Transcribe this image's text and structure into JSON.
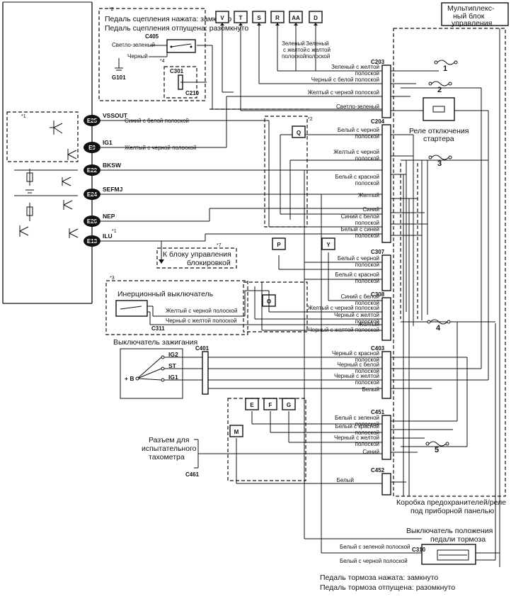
{
  "diagram": {
    "ecu_pins": [
      {
        "pin": "E25",
        "signal": "VSSOUT",
        "wire": "Синий с белой полоской"
      },
      {
        "pin": "E9",
        "signal": "IG1",
        "wire": "Желтый с черной полоской"
      },
      {
        "pin": "E22",
        "signal": "BKSW",
        "wire": ""
      },
      {
        "pin": "E24",
        "signal": "SEFMJ",
        "wire": ""
      },
      {
        "pin": "E26",
        "signal": "NEP",
        "wire": ""
      },
      {
        "pin": "E13",
        "signal": "ILU",
        "wire": ""
      }
    ],
    "notes": {
      "n1": "*1",
      "n2": "*2",
      "n3": "*3",
      "n4": "*4",
      "n7": "*7"
    },
    "clutch": {
      "line1": "Педаль сцепления нажата: замкнуто",
      "line2": "Педаль сцепления отпущена: разомкнуто",
      "connector": "C405",
      "wire1": "Светло-зеленый",
      "wire2": "Черный",
      "ground": "G101",
      "c301": "C301",
      "c210": "C210"
    },
    "top_terminals": [
      "V",
      "T",
      "S",
      "R",
      "AA",
      "D"
    ],
    "aa_wire": [
      "Зеленый",
      "с желтой",
      "полоской"
    ],
    "d_wire": [
      "Зеленый",
      "с желтой",
      "полоской"
    ],
    "mux": {
      "title1": "Мультиплекс-",
      "title2": "ный блок",
      "title3": "управления"
    },
    "fuse_box": {
      "line1": "Коробка предохранителей/реле",
      "line2": "под приборной панелью",
      "relay1": "Реле отключения",
      "relay2": "стартера"
    },
    "right_connectors": [
      "C203",
      "C204",
      "C307",
      "C308",
      "C403",
      "C451",
      "C452"
    ],
    "numbers": [
      "1",
      "2",
      "3",
      "4",
      "5"
    ],
    "wires_c203": [
      [
        "Зеленый с желтой",
        "полоской"
      ],
      [
        "Черный с белой полоской"
      ],
      [
        "Желтый с черной полоской"
      ],
      [
        "Светло-зеленый"
      ]
    ],
    "wires_c204": [
      [
        "Белый с черной",
        "полоской"
      ],
      [
        "Желтый с черной",
        "полоской"
      ],
      [
        "Белый с красной",
        "полоской"
      ],
      [
        "Желтый"
      ],
      [
        "Синий"
      ],
      [
        "Синий с белой",
        "полоской"
      ],
      [
        "Белый с синей",
        "полоской"
      ]
    ],
    "mid_terminals": [
      "Q",
      "P",
      "Y",
      "O"
    ],
    "lock_control": {
      "line1": "К блоку управления",
      "line2": "блокировкой"
    },
    "wires_c307": [
      [
        "Белый с черной",
        "полоской"
      ],
      [
        "Белый с красной",
        "полоской"
      ]
    ],
    "wires_c308": [
      [
        "Синий с белой",
        "полоской"
      ],
      [
        "Желтый с черной полоской"
      ],
      [
        "Черный с желтой",
        "полоской"
      ],
      [
        "Желтый"
      ],
      [
        "Черный с желтой полоской"
      ]
    ],
    "inertia": {
      "title": "Инерционный выключатель",
      "wire1": "Желтый с черной полоской",
      "wire2": "Черный с желтой полоской",
      "connector": "C311"
    },
    "ignition": {
      "title": "Выключатель зажигания",
      "pos": [
        "IG2",
        "ST",
        "IG1"
      ],
      "battery": "+ B",
      "connector": "C401"
    },
    "wires_c403": [
      [
        "Черный с красной",
        "полоской"
      ],
      [
        "Черный с белой",
        "полоской"
      ],
      [
        "Черный с желтой",
        "полоской"
      ],
      [
        "Белый"
      ]
    ],
    "bottom_terminals": [
      "E",
      "F",
      "G",
      "M"
    ],
    "wires_c451": [
      [
        "Белый с зеленой",
        "полоской"
      ],
      [
        "Белый с красной",
        "полоской"
      ],
      [
        "Черный с желтой",
        "полоской"
      ],
      [
        "Синий"
      ]
    ],
    "tacho": {
      "line1": "Разъем для",
      "line2": "испытательного",
      "line3": "тахометра",
      "connector": "C461"
    },
    "wires_c452": [
      [
        "Белый"
      ]
    ],
    "brake": {
      "title1": "Выключатель положения",
      "title2": "педали тормоза",
      "connector": "C310",
      "wire1": "Белый с зеленой полоской",
      "wire2": "Белый с черной полоской",
      "note1": "Педаль тормоза нажата: замкнуто",
      "note2": "Педаль тормоза отпущена: разомкнуто"
    }
  }
}
